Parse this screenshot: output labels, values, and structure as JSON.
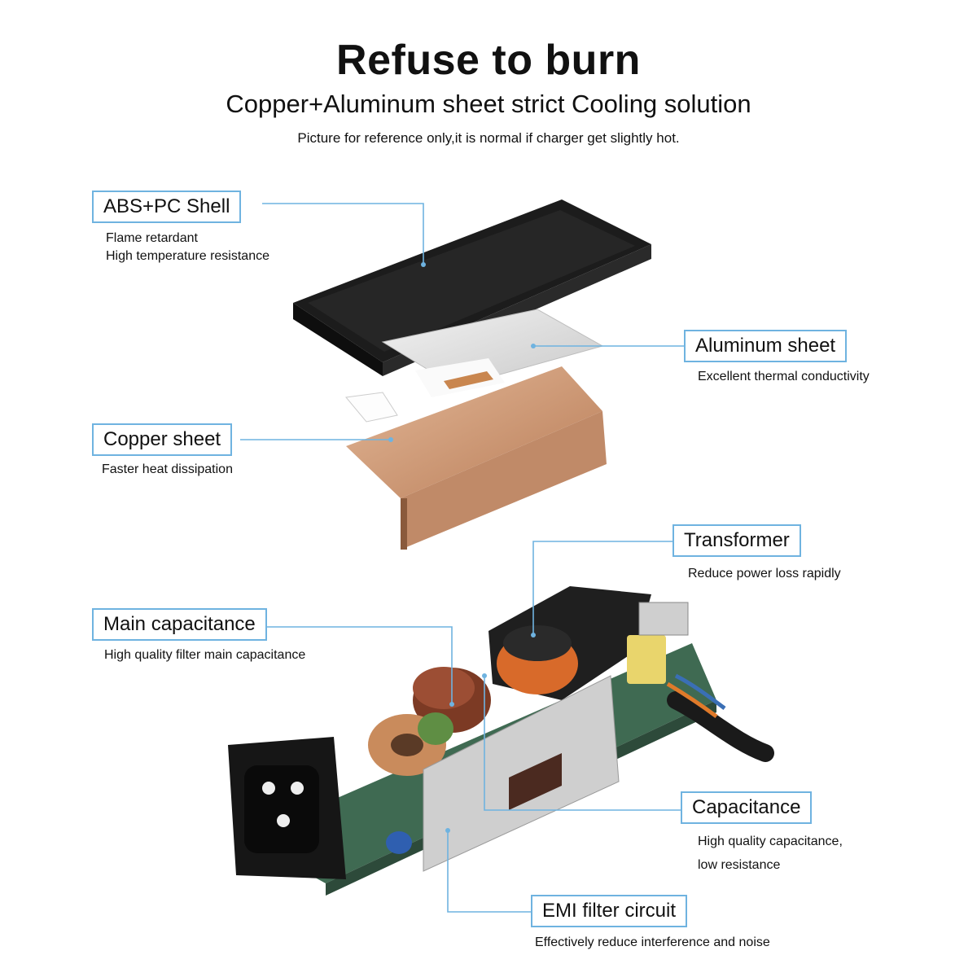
{
  "header": {
    "title": "Refuse to burn",
    "subtitle": "Copper+Aluminum sheet strict Cooling solution",
    "note": "Picture for reference only,it is normal if charger get slightly hot."
  },
  "callouts": {
    "shell": {
      "label": "ABS+PC Shell",
      "desc": [
        "Flame retardant",
        "High temperature resistance"
      ]
    },
    "aluminum": {
      "label": "Aluminum sheet",
      "desc": [
        "Excellent thermal conductivity"
      ]
    },
    "copper": {
      "label": "Copper sheet",
      "desc": [
        "Faster heat dissipation"
      ]
    },
    "transformer": {
      "label": "Transformer",
      "desc": [
        "Reduce power loss rapidly"
      ]
    },
    "main_cap": {
      "label": "Main capacitance",
      "desc": [
        "High quality filter main capacitance"
      ]
    },
    "capacitance": {
      "label": "Capacitance",
      "desc": [
        "High quality capacitance,",
        "low resistance"
      ]
    },
    "emi": {
      "label": "EMI filter circuit",
      "desc": [
        "Effectively reduce interference and noise"
      ]
    }
  },
  "colors": {
    "callout_border": "#6fb3e0",
    "shell": "#1c1c1c",
    "copper": "#c89270",
    "aluminum": "#d9d9d9",
    "pcb": "#3f6a52"
  }
}
